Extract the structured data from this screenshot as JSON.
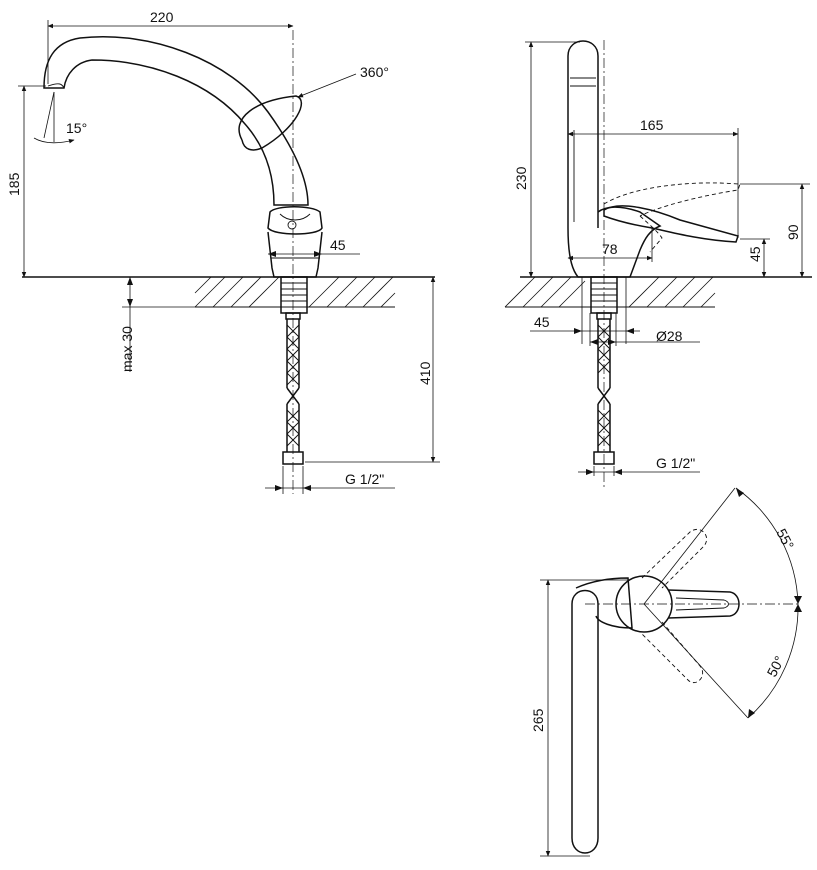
{
  "front_view": {
    "dims": {
      "spout_reach": "220",
      "rotation": "360°",
      "spray_angle": "15°",
      "height": "185",
      "base_width": "45",
      "max_thickness": "max 30",
      "hose_length": "410",
      "thread": "G 1/2\""
    }
  },
  "side_view": {
    "dims": {
      "height": "230",
      "handle_reach": "165",
      "handle_lift": "90",
      "body_height": "45",
      "body_depth": "78",
      "base_width": "45",
      "hole_diameter": "Ø28",
      "thread": "G 1/2\""
    }
  },
  "top_view": {
    "dims": {
      "swing_up": "55°",
      "swing_down": "50°",
      "length": "265"
    }
  }
}
